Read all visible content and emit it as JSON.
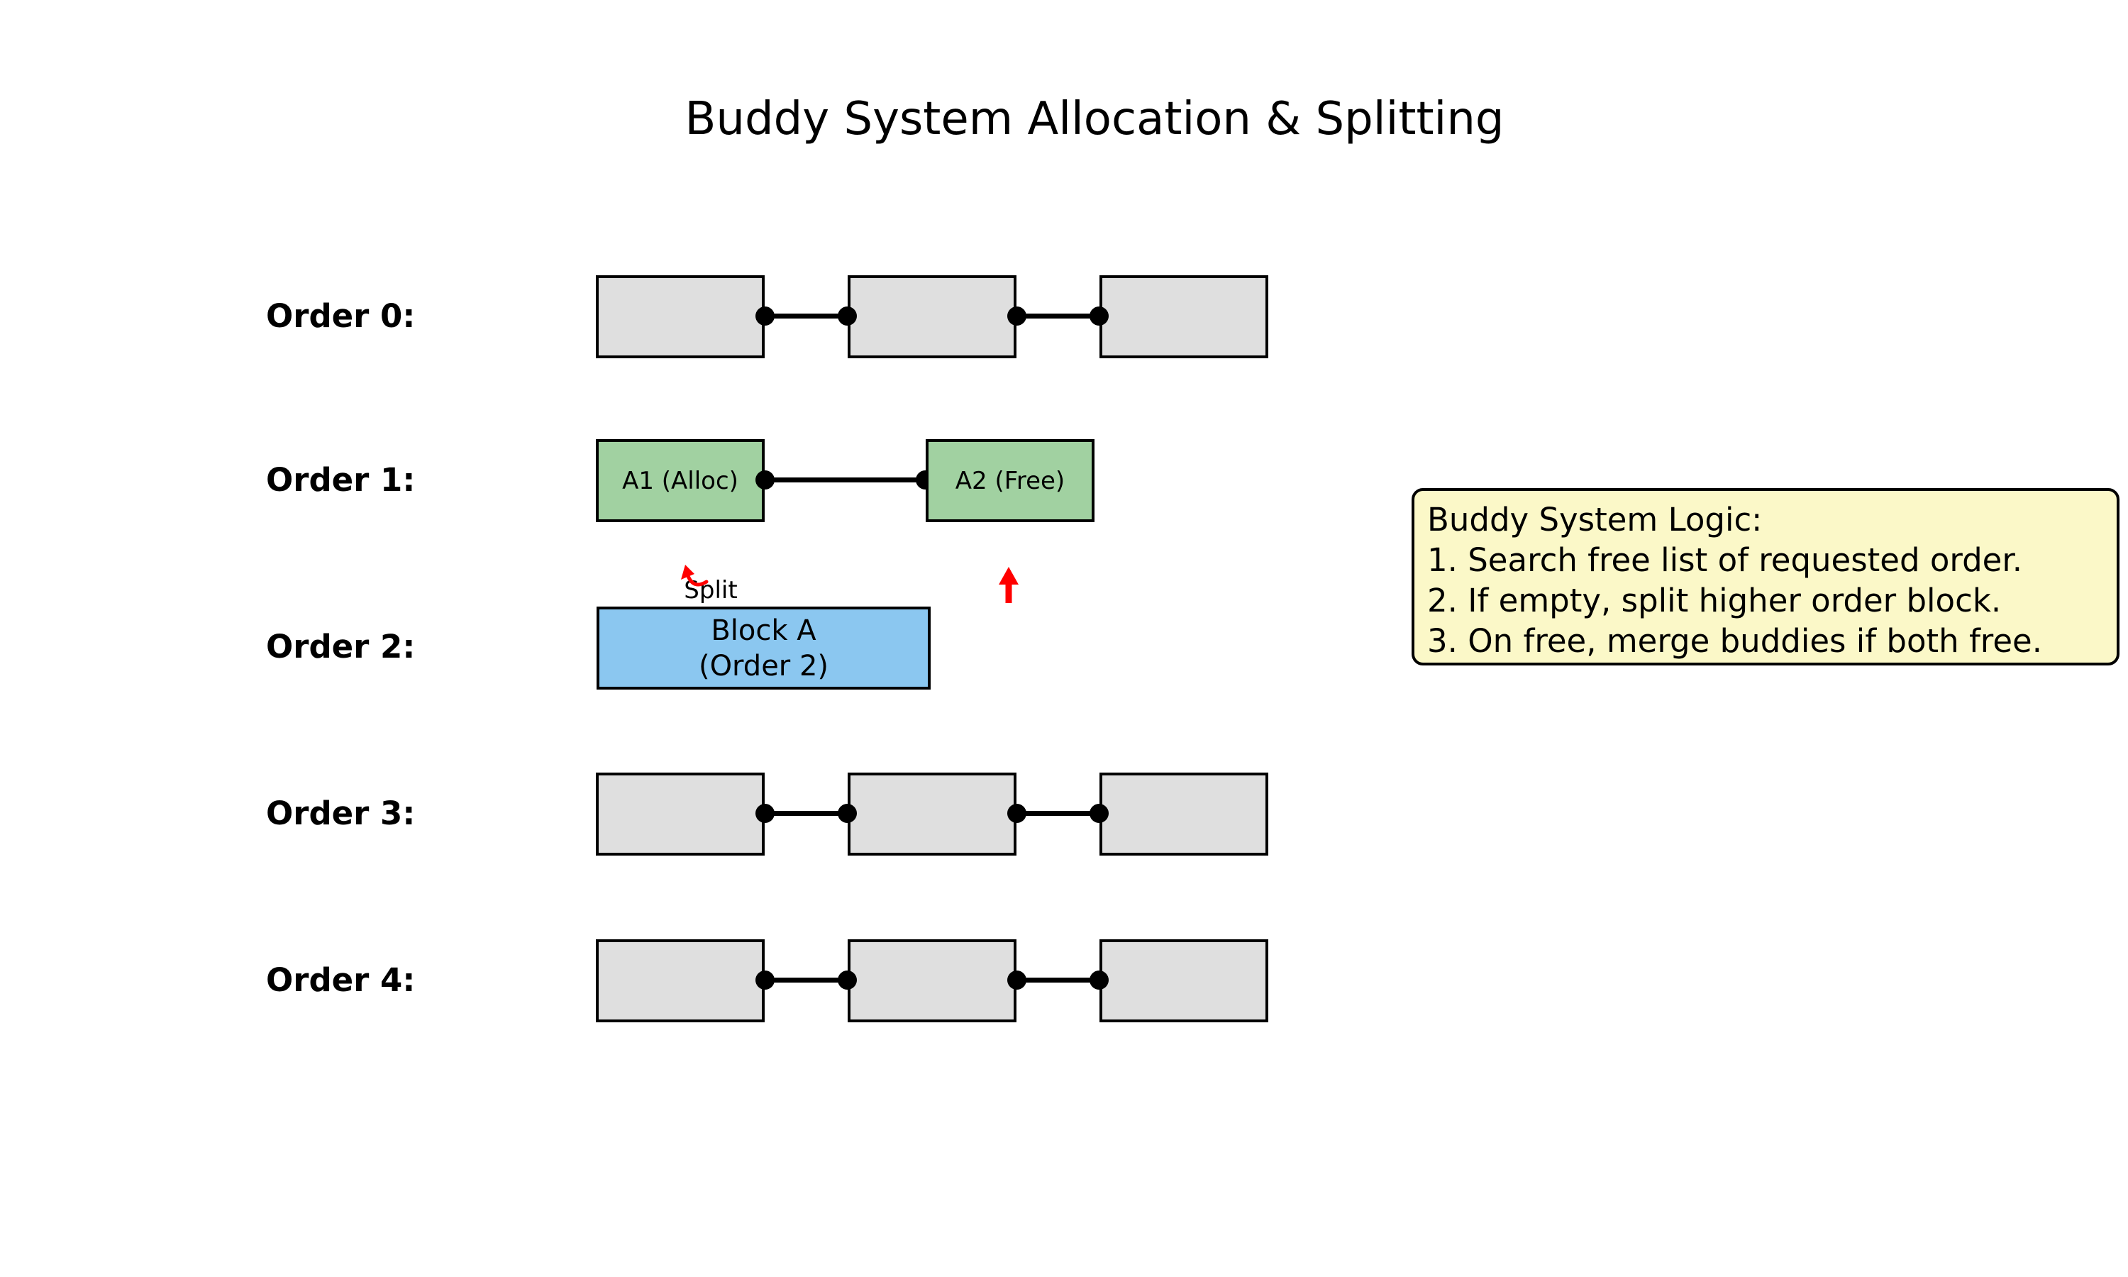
{
  "title": "Buddy System Allocation & Splitting",
  "rows": [
    {
      "label": "Order 0:",
      "type": "free-list-empty-blocks",
      "block_count": 3
    },
    {
      "label": "Order 1:",
      "type": "split-result-blocks",
      "blocks": [
        {
          "label": "A1 (Alloc)"
        },
        {
          "label": "A2 (Free)"
        }
      ]
    },
    {
      "label": "Order 2:",
      "type": "allocated-source-block",
      "block": {
        "line1": "Block A",
        "line2": "(Order 2)"
      }
    },
    {
      "label": "Order 3:",
      "type": "free-list-empty-blocks",
      "block_count": 3
    },
    {
      "label": "Order 4:",
      "type": "free-list-empty-blocks",
      "block_count": 3
    }
  ],
  "annotations": {
    "split_label": "Split",
    "split_arrow": "red-curved-arrow-up-right",
    "free_arrow": "red-straight-arrow-up"
  },
  "note": {
    "lines": [
      "Buddy System Logic:",
      "1. Search free list of requested order.",
      "2. If empty, split higher order block.",
      "3. On free, merge buddies if both free."
    ]
  },
  "colors": {
    "free_block_fill": "#dfdfdf",
    "split_block_fill": "#a1d1a1",
    "alloc_block_fill": "#8bc7f0",
    "note_fill": "#fbf8c8",
    "arrow_accent": "#ff0000",
    "edge": "#000000"
  }
}
